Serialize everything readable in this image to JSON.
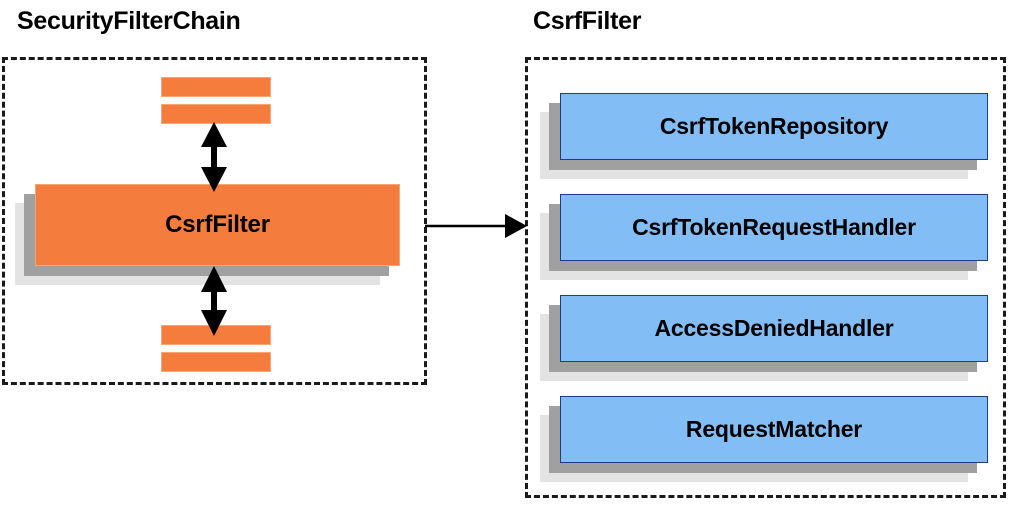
{
  "panels": {
    "left": {
      "title": "SecurityFilterChain",
      "filter_box": {
        "label": "CsrfFilter"
      },
      "bars_top": [
        {
          "name": "filter-bar-top-1"
        },
        {
          "name": "filter-bar-top-2"
        }
      ],
      "bars_bottom": [
        {
          "name": "filter-bar-bottom-1"
        },
        {
          "name": "filter-bar-bottom-2"
        }
      ]
    },
    "right": {
      "title": "CsrfFilter",
      "components": [
        {
          "label": "CsrfTokenRepository"
        },
        {
          "label": "CsrfTokenRequestHandler"
        },
        {
          "label": "AccessDeniedHandler"
        },
        {
          "label": "RequestMatcher"
        }
      ]
    }
  },
  "connectors": {
    "up_arrow": "double-headed-vertical-arrow",
    "down_arrow": "double-headed-vertical-arrow",
    "cross_panel": "right-arrow"
  },
  "colors": {
    "orange_fill": "#F47C3C",
    "orange_border": "#F2A77C",
    "blue_fill": "#82BDF5",
    "blue_border": "#1F3C86",
    "shadow_dark": "#A0A0A0",
    "shadow_light": "#E3E3E3",
    "panel_border": "#1A1A1A",
    "text": "#000000",
    "background": "#FFFFFF"
  }
}
